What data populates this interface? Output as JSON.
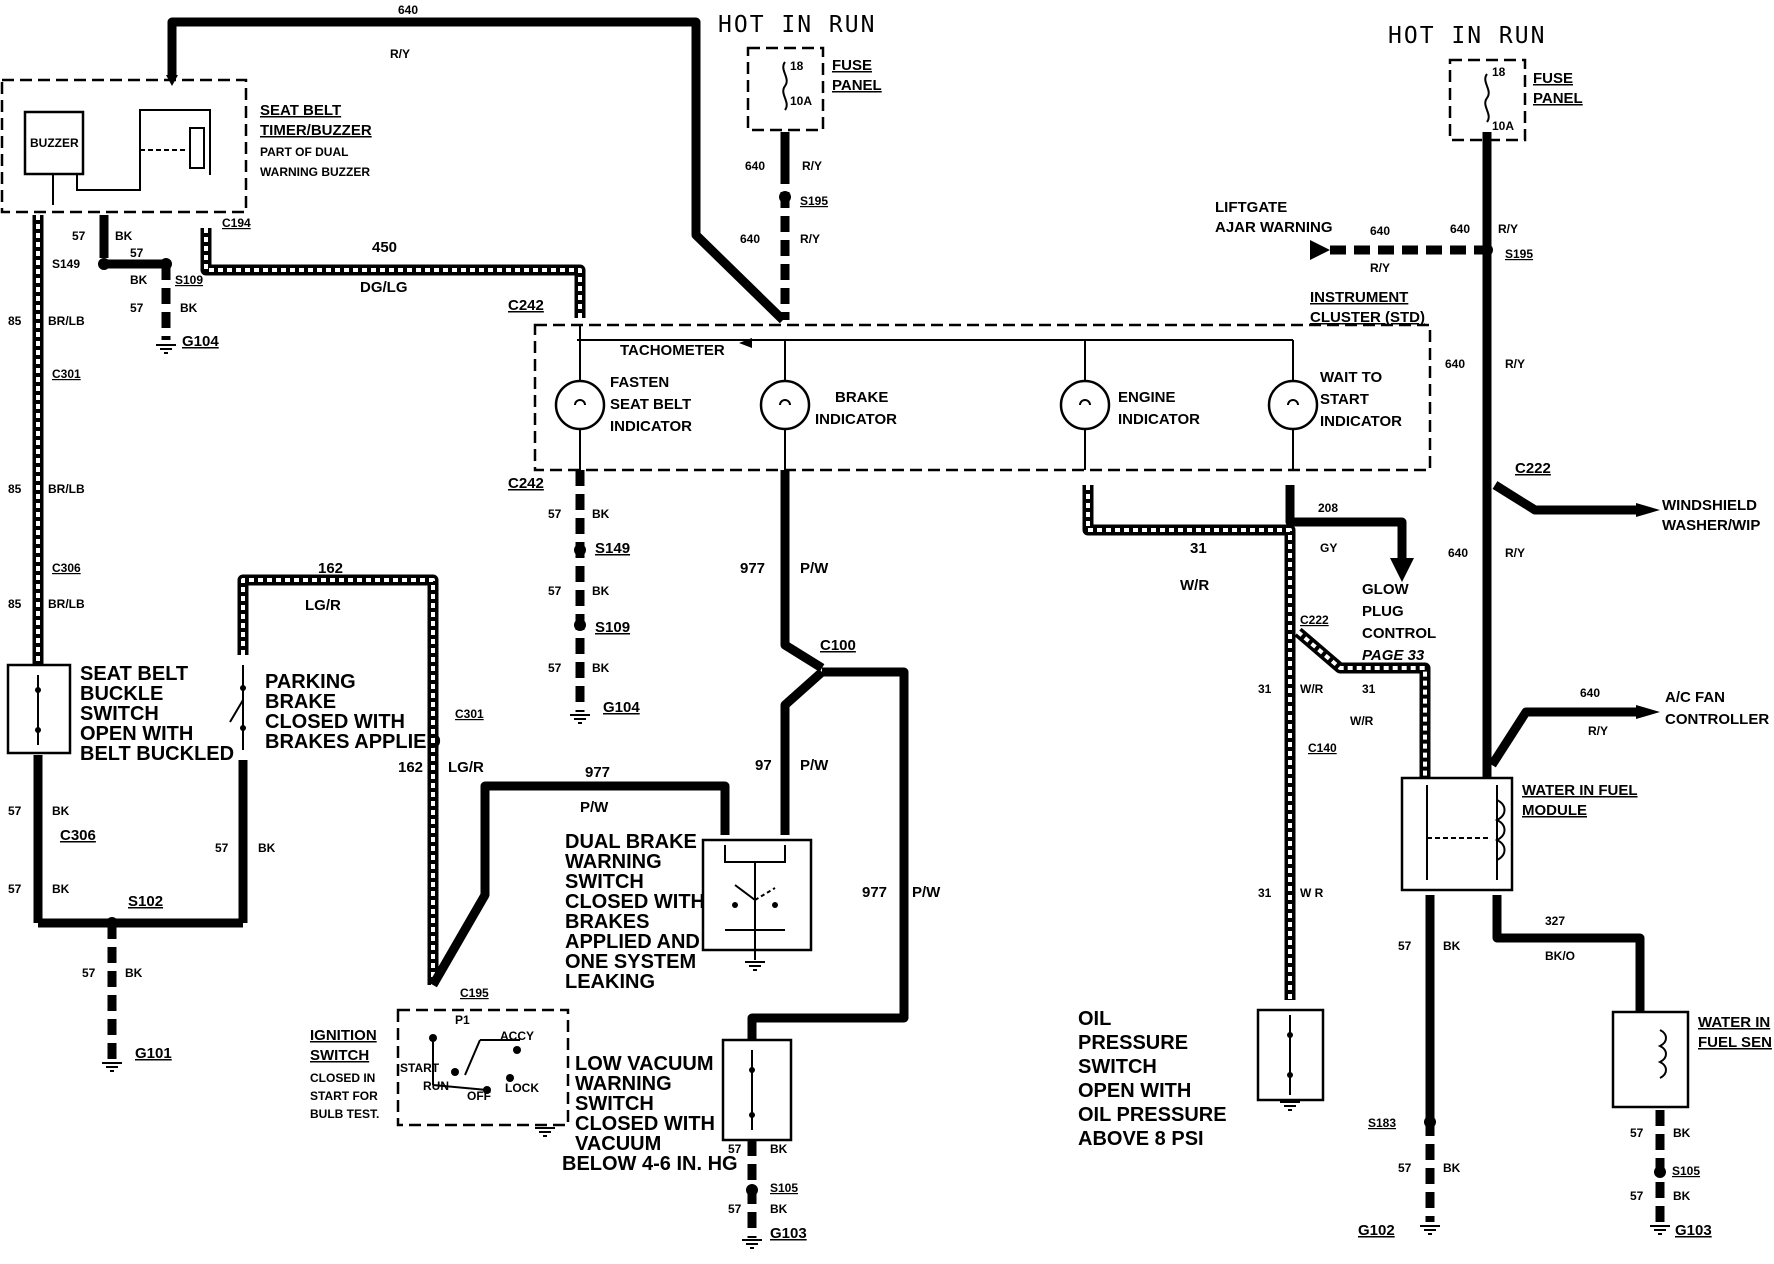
{
  "hot_left": "HOT IN RUN",
  "hot_right": "HOT IN RUN",
  "fuse_left": {
    "num": "18",
    "amp": "10A",
    "label1": "FUSE",
    "label2": "PANEL"
  },
  "fuse_right": {
    "num": "18",
    "amp": "10A",
    "label1": "FUSE",
    "label2": "PANEL"
  },
  "seatbelt_timer": {
    "l1": "SEAT BELT",
    "l2": "TIMER/BUZZER",
    "l3": "PART OF DUAL",
    "l4": "WARNING BUZZER",
    "buzzer": "BUZZER"
  },
  "cluster": {
    "title1": "INSTRUMENT",
    "title2": "CLUSTER (STD)",
    "tach": "TACHOMETER",
    "ind1": [
      "FASTEN",
      "SEAT BELT",
      "INDICATOR"
    ],
    "ind2": [
      "BRAKE",
      "INDICATOR"
    ],
    "ind3": [
      "ENGINE",
      "INDICATOR"
    ],
    "ind4": [
      "WAIT TO",
      "START",
      "INDICATOR"
    ]
  },
  "liftgate": [
    "LIFTGATE",
    "AJAR WARNING"
  ],
  "glow": [
    "GLOW",
    "PLUG",
    "CONTROL",
    "PAGE 33"
  ],
  "windshield": [
    "WINDSHIELD",
    "WASHER/WIP"
  ],
  "acfan": [
    "A/C FAN",
    "CONTROLLER"
  ],
  "water_module": [
    "WATER IN FUEL",
    "MODULE"
  ],
  "water_sensor": [
    "WATER IN",
    "FUEL SEN"
  ],
  "seatbelt_switch": [
    "SEAT BELT",
    "BUCKLE",
    "SWITCH",
    "OPEN WITH",
    "BELT BUCKLED"
  ],
  "parking": [
    "PARKING",
    "BRAKE",
    "CLOSED WITH",
    "BRAKES APPLIED"
  ],
  "dual_brake": [
    "DUAL BRAKE",
    "WARNING",
    "SWITCH",
    "CLOSED WITH",
    "BRAKES",
    "APPLIED AND",
    "ONE SYSTEM",
    "LEAKING"
  ],
  "ignition": [
    "IGNITION",
    "SWITCH",
    "CLOSED IN",
    "START FOR",
    "BULB TEST."
  ],
  "ign_pos": {
    "p1": "P1",
    "accy": "ACCY",
    "start": "START",
    "run": "RUN",
    "off": "OFF",
    "lock": "LOCK"
  },
  "low_vac": [
    "LOW VACUUM",
    "WARNING",
    "SWITCH",
    "CLOSED WITH",
    "VACUUM",
    "BELOW 4-6 IN. HG"
  ],
  "oil": [
    "OIL",
    "PRESSURE",
    "SWITCH",
    "OPEN WITH",
    "OIL PRESSURE",
    "ABOVE 8 PSI"
  ],
  "labels": {
    "w640a": "640",
    "ry_a": "R/Y",
    "w640b": "640",
    "ry_b": "R/Y",
    "s195a": "S195",
    "w640c": "640",
    "ry_c": "R/Y",
    "w57a": "57",
    "bk_a": "BK",
    "s149a": "S149",
    "w57b": "57",
    "bk_b": "BK",
    "s109a": "S109",
    "w57c": "57",
    "bk_c": "BK",
    "g104a": "G104",
    "c194": "C194",
    "w450": "450",
    "dglg": "DG/LG",
    "c242a": "C242",
    "c242b": "C242",
    "w85a": "85",
    "brlb_a": "BR/LB",
    "c301a": "C301",
    "w85b": "85",
    "brlb_b": "BR/LB",
    "c306a": "C306",
    "w85c": "85",
    "brlb_c": "BR/LB",
    "w57d": "57",
    "bk_d": "BK",
    "c306b": "C306",
    "w57e": "57",
    "bk_e": "BK",
    "s102": "S102",
    "w57f": "57",
    "bk_f": "BK",
    "w57g": "57",
    "bk_g": "BK",
    "g101": "G101",
    "w162a": "162",
    "lgr_a": "LG/R",
    "c301b": "C301",
    "w162b": "162",
    "lgr_b": "LG/R",
    "c195": "C195",
    "w57h": "57",
    "bk_h": "BK",
    "s149b": "S149",
    "w57i": "57",
    "bk_i": "BK",
    "s109b": "S109",
    "w57j": "57",
    "bk_j": "BK",
    "g104b": "G104",
    "w977a": "977",
    "pw_a": "P/W",
    "c100": "C100",
    "w977b": "977",
    "pw_b": "P/W",
    "w97": "97",
    "pw_c": "P/W",
    "w977c": "977",
    "pw_d": "P/W",
    "w57k": "57",
    "bk_k": "BK",
    "s105a": "S105",
    "w57l": "57",
    "bk_l": "BK",
    "g103a": "G103",
    "w31a": "31",
    "wr_a": "W/R",
    "c222a": "C222",
    "w31b": "31",
    "wr_b": "W/R",
    "w31c": "31",
    "wr_c": "W/R",
    "c140": "C140",
    "w31d": "31",
    "wr_d": "W R",
    "w208": "208",
    "gy": "GY",
    "w640d": "640",
    "ry_d": "R/Y",
    "w640e": "640",
    "ry_e": "R/Y",
    "s195b": "S195",
    "w640f": "640",
    "ry_f": "R/Y",
    "c222b": "C222",
    "w640g": "640",
    "ry_g": "R/Y",
    "w640h": "640",
    "ry_h": "R/Y",
    "w57m": "57",
    "bk_m": "BK",
    "s183": "S183",
    "w57n": "57",
    "bk_n": "BK",
    "g102": "G102",
    "w327": "327",
    "bko": "BK/O",
    "w57o": "57",
    "bk_o": "BK",
    "s105b": "S105",
    "w57p": "57",
    "bk_p": "BK",
    "g103b": "G103"
  }
}
